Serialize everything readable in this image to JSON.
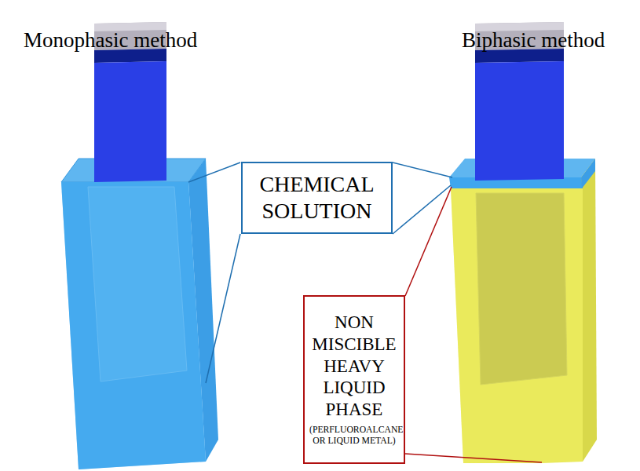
{
  "diagram": {
    "nodes": [
      {
        "text": [
          "CHEMICAL SOLUTION"
        ]
      },
      {
        "text": [
          "NON MISCIBLE HEAVY LIQUID PHASE",
          "(PERFLUOROALCANE OR LIQUID METAL)"
        ]
      }
    ],
    "labels": [
      "Monophasic method",
      "Biphasic method"
    ]
  }
}
